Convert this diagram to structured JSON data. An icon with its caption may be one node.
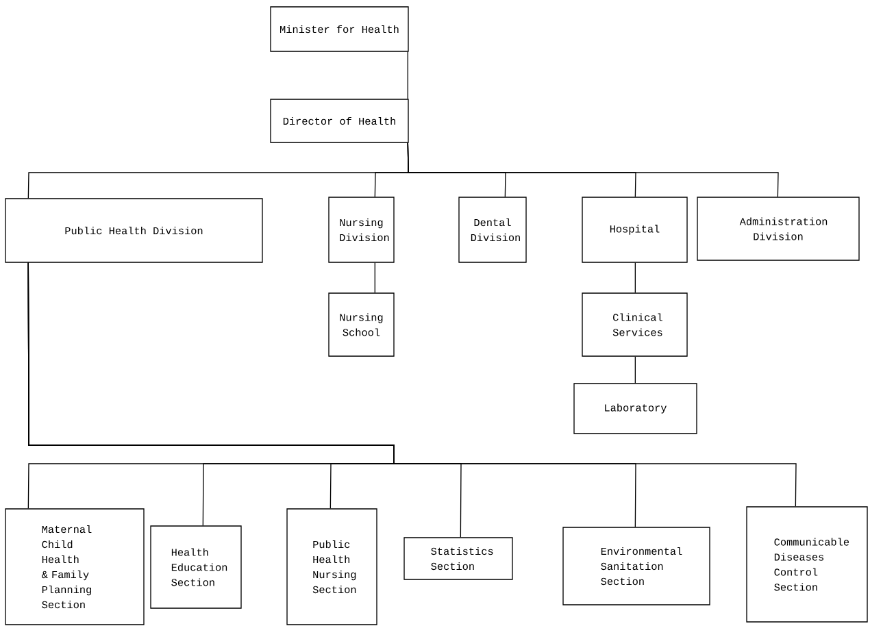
{
  "diagram": {
    "nodes": [
      {
        "text": [
          "Minister for Health"
        ]
      },
      {
        "text": [
          "Director of Health"
        ]
      },
      {
        "text": [
          "Public Health Division"
        ]
      },
      {
        "text": [
          "Nursing Division"
        ]
      },
      {
        "text": [
          "Dental Division"
        ]
      },
      {
        "text": [
          "Hospital"
        ]
      },
      {
        "text": [
          "Administration Division"
        ]
      },
      {
        "text": [
          "Nursing School"
        ]
      },
      {
        "text": [
          "Clinical Services"
        ]
      },
      {
        "text": [
          "Laboratory"
        ]
      },
      {
        "text": [
          "Maternal Child Health & Family Planning Section"
        ]
      },
      {
        "text": [
          "Health Education Section"
        ]
      },
      {
        "text": [
          "Public Health Nursing Section"
        ]
      },
      {
        "text": [
          "Statistics Section"
        ]
      },
      {
        "text": [
          "Environmental Sanitation Section"
        ]
      },
      {
        "text": [
          "Communicable Diseases Control Section"
        ]
      }
    ],
    "edges": [
      {
        "from": 0,
        "to": 1,
        "arrow": "none"
      },
      {
        "from": 1,
        "to": 2,
        "arrow": "none"
      },
      {
        "from": 1,
        "to": 3,
        "arrow": "none"
      },
      {
        "from": 1,
        "to": 4,
        "arrow": "none"
      },
      {
        "from": 1,
        "to": 5,
        "arrow": "none"
      },
      {
        "from": 1,
        "to": 6,
        "arrow": "none"
      },
      {
        "from": 3,
        "to": 7,
        "arrow": "none"
      },
      {
        "from": 5,
        "to": 8,
        "arrow": "none"
      },
      {
        "from": 8,
        "to": 9,
        "arrow": "none"
      },
      {
        "from": 2,
        "to": 10,
        "arrow": "none"
      },
      {
        "from": 2,
        "to": 11,
        "arrow": "none"
      },
      {
        "from": 2,
        "to": 12,
        "arrow": "none"
      },
      {
        "from": 2,
        "to": 13,
        "arrow": "none"
      },
      {
        "from": 2,
        "to": 14,
        "arrow": "none"
      },
      {
        "from": 2,
        "to": 15,
        "arrow": "none"
      }
    ]
  }
}
